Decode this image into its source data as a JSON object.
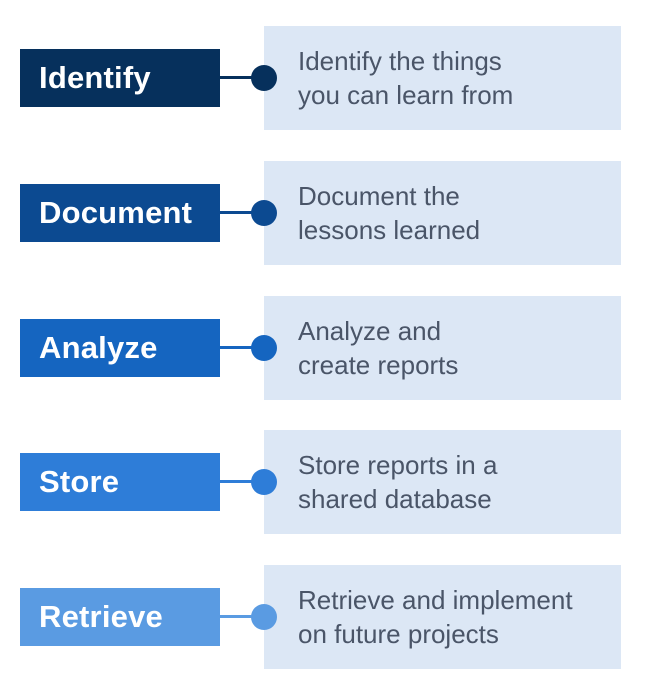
{
  "steps": [
    {
      "label": "Identify",
      "description_line1": "Identify the things",
      "description_line2": "you can learn from",
      "color": "#06305c"
    },
    {
      "label": "Document",
      "description_line1": "Document the",
      "description_line2": "lessons learned",
      "color": "#0c4a91"
    },
    {
      "label": "Analyze",
      "description_line1": "Analyze and",
      "description_line2": "create reports",
      "color": "#1565c0"
    },
    {
      "label": "Store",
      "description_line1": "Store reports in a",
      "description_line2": "shared database",
      "color": "#2e7dd8"
    },
    {
      "label": "Retrieve",
      "description_line1": "Retrieve and implement",
      "description_line2": "on future projects",
      "color": "#5a9be2"
    }
  ],
  "description_bg": "#dce7f5",
  "description_text_color": "#4a5568"
}
